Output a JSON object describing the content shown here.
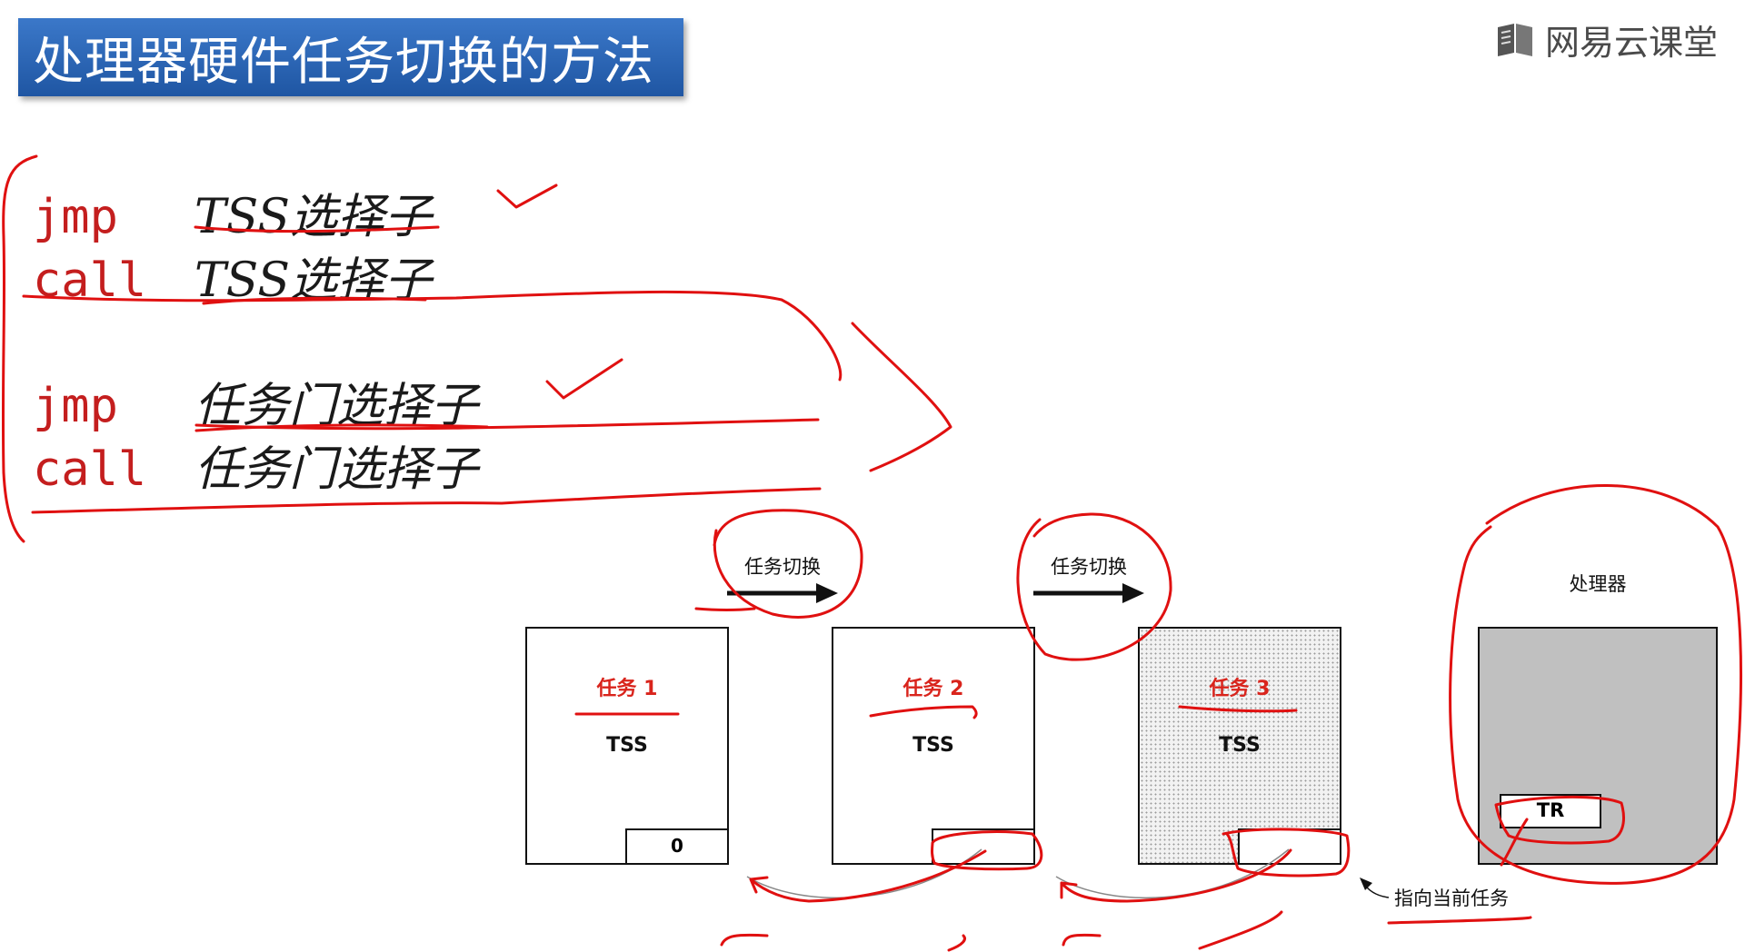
{
  "title": "处理器硬件任务切换的方法",
  "logo": {
    "icon": "book-icon",
    "text": "网易云课堂"
  },
  "code": [
    {
      "kw": "jmp",
      "arg": "TSS选择子"
    },
    {
      "kw": "call",
      "arg": "TSS选择子"
    },
    {
      "kw": "jmp",
      "arg": "任务门选择子"
    },
    {
      "kw": "call",
      "arg": "任务门选择子"
    }
  ],
  "diagram": {
    "switch_label": "任务切换",
    "tasks": [
      {
        "label": "任务 1",
        "tss": "TSS",
        "link": "0"
      },
      {
        "label": "任务 2",
        "tss": "TSS",
        "link": ""
      },
      {
        "label": "任务 3",
        "tss": "TSS",
        "link": ""
      }
    ],
    "processor": {
      "label": "处理器",
      "register": "TR"
    },
    "pointer_label": "指向当前任务"
  },
  "colors": {
    "title_bg": "#2a63b3",
    "accent": "#d9241c",
    "ink": "#111111",
    "processor_bg": "#c0c0c0"
  }
}
